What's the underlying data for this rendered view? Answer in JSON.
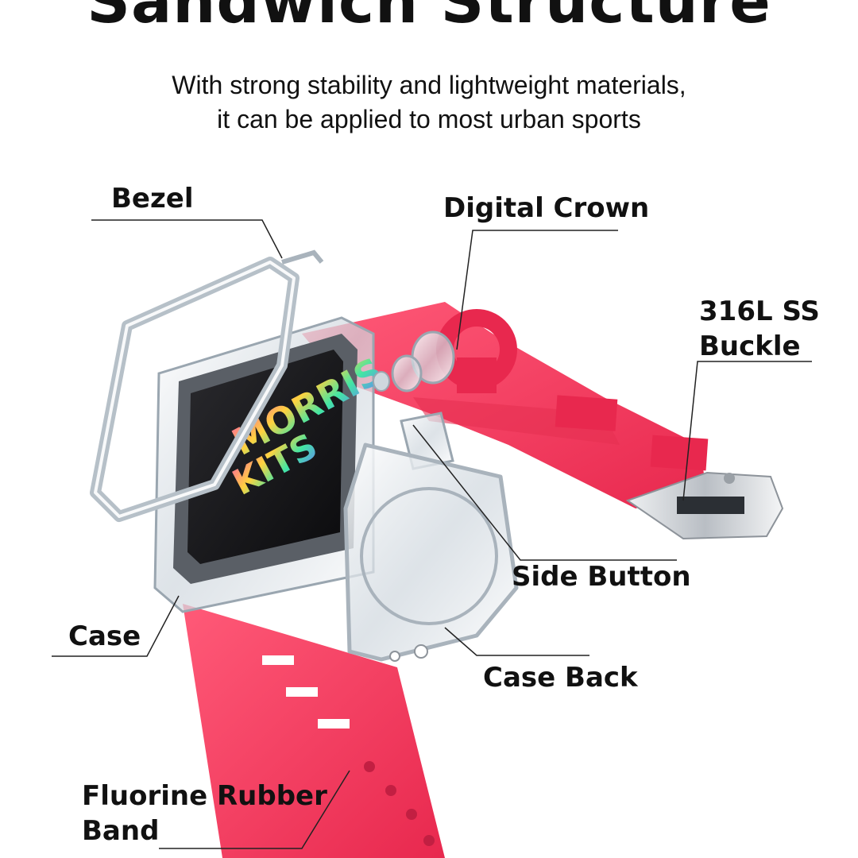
{
  "header": {
    "title": "Sandwich Structure",
    "subtitle_line1": "With strong stability and lightweight materials,",
    "subtitle_line2": "it can be applied to most urban sports"
  },
  "watch_face": {
    "text_top": "MORRIS",
    "text_bottom": "KITS"
  },
  "labels": {
    "bezel": "Bezel",
    "digital_crown": "Digital Crown",
    "buckle_line1": "316L SS",
    "buckle_line2": "Buckle",
    "side_button": "Side Button",
    "case": "Case",
    "case_back": "Case Back",
    "band_line1": "Fluorine Rubber",
    "band_line2": "Band"
  },
  "colors": {
    "band": "#f43a5c",
    "band_dark": "#d9284a",
    "clear_case": "#dde4ea",
    "steel": "#c9cdd2",
    "text": "#111111"
  }
}
